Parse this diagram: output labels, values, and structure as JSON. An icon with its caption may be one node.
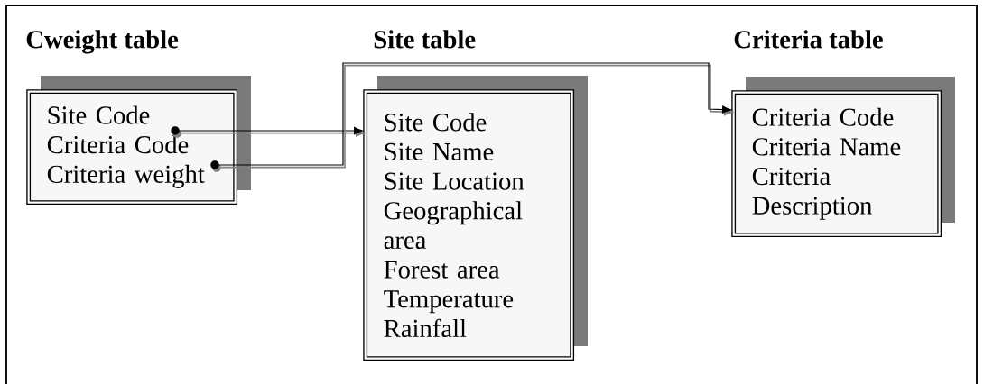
{
  "diagram": {
    "nodes": [
      {
        "text": [
          "Cweight table",
          "Site Code",
          "Criteria Code",
          "Criteria weight"
        ]
      },
      {
        "text": [],
        "shape": "circle",
        "in": 0
      },
      {
        "text": [],
        "shape": "circle",
        "in": 0
      },
      {
        "text": [
          "Site table",
          "Site Code",
          "Site Name",
          "Site Location",
          "Geographical area",
          "Forest area",
          "Temperature",
          "Rainfall"
        ]
      },
      {
        "text": [
          "Criteria table",
          "Criteria Code",
          "Criteria Name",
          "Criteria Description"
        ]
      }
    ],
    "edges": [
      {
        "from": 1,
        "to": 3,
        "arrow": "to"
      },
      {
        "from": 2,
        "to": 4,
        "arrow": "to"
      }
    ]
  }
}
